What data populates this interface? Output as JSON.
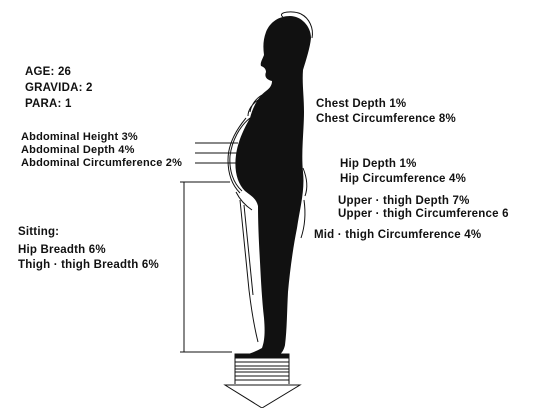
{
  "patient": {
    "age": "AGE: 26",
    "gravida": "GRAVIDA: 2",
    "para": "PARA: 1"
  },
  "abdomen": {
    "height": "Abdominal Height  3%",
    "depth": "Abdominal Depth  4%",
    "circumference": "Abdominal Circumference 2%"
  },
  "chest": {
    "depth": "Chest Depth  1%",
    "circumference": "Chest Circumference  8%"
  },
  "hip": {
    "depth": "Hip Depth  1%",
    "circumference": "Hip Circumference  4%"
  },
  "upper_thigh": {
    "depth": "Upper · thigh Depth  7%",
    "circumference": "Upper · thigh Circumference  6"
  },
  "mid_thigh": {
    "circumference": "Mid · thigh Circumference  4%"
  },
  "sitting": {
    "heading": "Sitting:",
    "hip_breadth": "Hip Breadth  6%",
    "thigh_breadth": "Thigh · thigh Breadth  6%"
  },
  "colors": {
    "silhouette": "#111111",
    "background": "#ffffff"
  }
}
